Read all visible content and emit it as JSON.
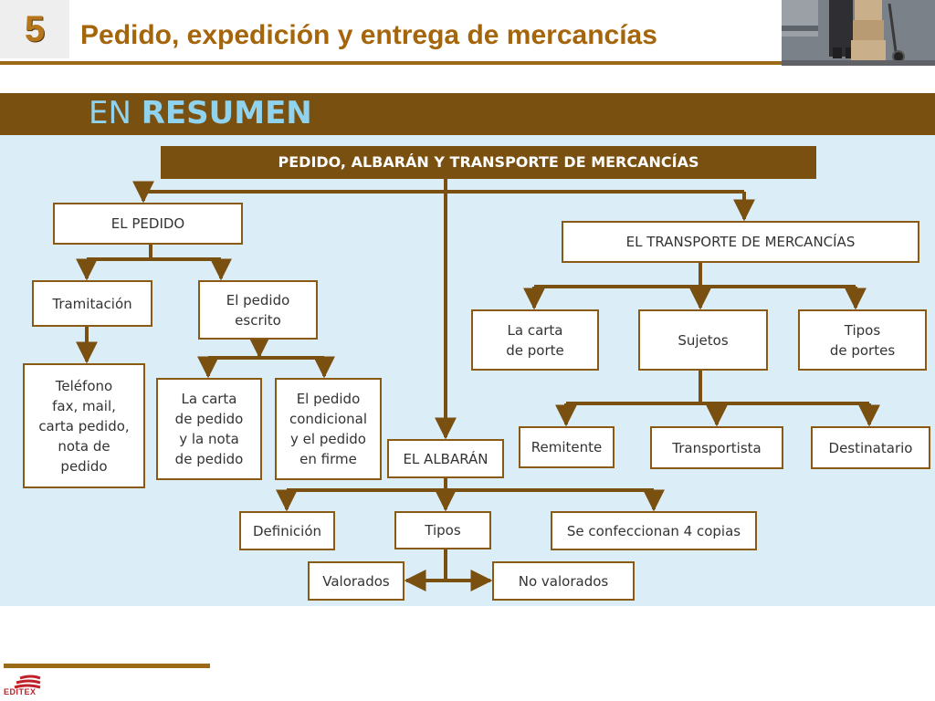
{
  "header": {
    "chapter_number": "5",
    "title": "Pedido, expedición y entrega de mercancías"
  },
  "section": {
    "title_light": "EN ",
    "title_bold": "RESUMEN"
  },
  "diagram": {
    "root": "PEDIDO, ALBARÁN Y TRANSPORTE DE MERCANCÍAS",
    "el_pedido": "EL PEDIDO",
    "tramitacion": "Tramitación",
    "pedido_escrito": "El pedido\nescrito",
    "telefono": "Teléfono\nfax, mail,\ncarta pedido,\nnota de\npedido",
    "carta_pedido": "La carta\nde pedido\ny la nota\nde pedido",
    "pedido_condicional": "El pedido\ncondicional\ny el pedido\nen firme",
    "el_albaran": "EL ALBARÁN",
    "definicion": "Definición",
    "tipos": "Tipos",
    "copias": "Se confeccionan 4 copias",
    "valorados": "Valorados",
    "no_valorados": "No valorados",
    "transporte": "EL TRANSPORTE DE MERCANCÍAS",
    "carta_porte": "La carta\nde porte",
    "sujetos": "Sujetos",
    "tipos_portes": "Tipos\nde portes",
    "remitente": "Remitente",
    "transportista": "Transportista",
    "destinatario": "Destinatario"
  },
  "footer": {
    "logo_text": "EDITEX"
  },
  "colors": {
    "accent_brown": "#7a5010",
    "title_brown": "#a5650b",
    "diagram_background": "#dbeef7",
    "resumen_text": "#8fd3ee"
  }
}
